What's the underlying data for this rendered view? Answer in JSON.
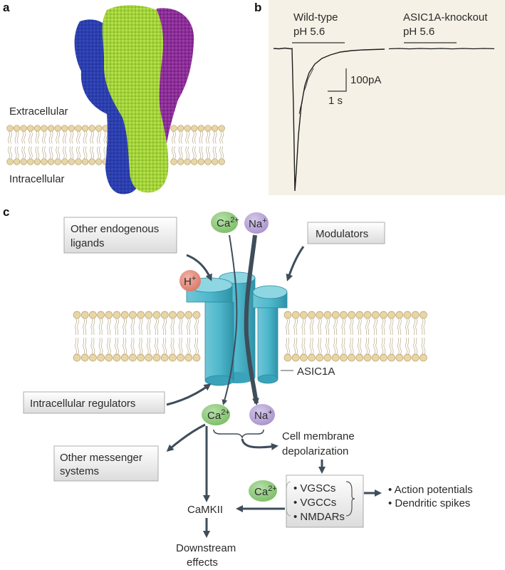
{
  "panels": {
    "a": {
      "letter": "a",
      "extracellular": "Extracellular",
      "intracellular": "Intracellular"
    },
    "b": {
      "letter": "b",
      "wildtype_title": "Wild-type",
      "wildtype_ph": "pH 5.6",
      "knockout_title": "ASIC1A-knockout",
      "knockout_ph": "pH 5.6",
      "scale_current": "100pA",
      "scale_time": "1 s"
    },
    "c": {
      "letter": "c",
      "ion_ca": "Ca",
      "ion_ca_sup": "2+",
      "ion_na": "Na",
      "ion_na_sup": "+",
      "ion_h": "H",
      "ion_h_sup": "+",
      "box_endogenous_line1": "Other endogenous",
      "box_endogenous_line2": "ligands",
      "box_modulators": "Modulators",
      "box_intracellular_regulators": "Intracellular regulators",
      "box_messenger_line1": "Other messenger",
      "box_messenger_line2": "systems",
      "channel_label": "ASIC1A",
      "depol_line1": "Cell membrane",
      "depol_line2": "depolarization",
      "channels": [
        "• VGSCs",
        "• VGCCs",
        "• NMDARs"
      ],
      "outputs": [
        "• Action potentials",
        "• Dendritic spikes"
      ],
      "camkii": "CaMKII",
      "downstream_line1": "Downstream",
      "downstream_line2": "effects"
    }
  },
  "colors": {
    "arrow": "#3f4d5a",
    "channel": "#4fb8cc",
    "lipid_head": "#e9d6a6",
    "ca_ion": "#8dc87a",
    "na_ion": "#b9a5d6",
    "h_ion": "#e08c7c",
    "protein_blue": "#2337a3",
    "protein_green": "#a6d63a",
    "protein_purple": "#8e2f98",
    "trace_panel_bg": "#f6f1e6"
  }
}
